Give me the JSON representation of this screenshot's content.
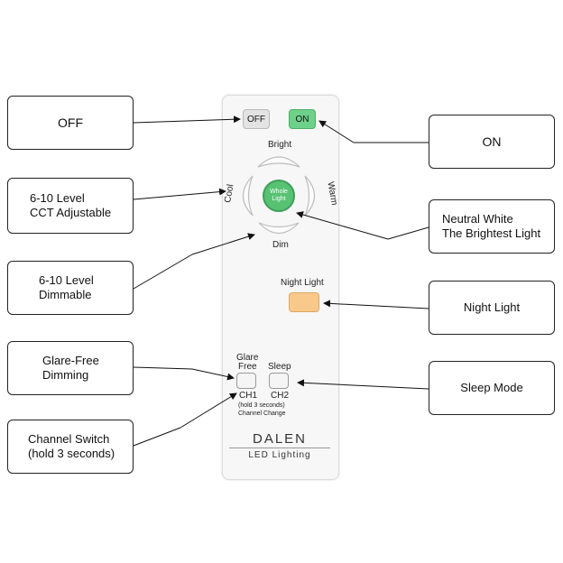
{
  "callouts": {
    "off": "OFF",
    "cct": "6-10 Level\nCCT Adjustable",
    "dimmable": "6-10 Level\nDimmable",
    "glare_free": "Glare-Free\nDimming",
    "channel_switch": "Channel Switch\n(hold 3 seconds)",
    "on": "ON",
    "neutral_white": "Neutral White\nThe Brightest Light",
    "night_light": "Night Light",
    "sleep_mode": "Sleep Mode"
  },
  "remote": {
    "off_label": "OFF",
    "on_label": "ON",
    "bright": "Bright",
    "cool": "Cool",
    "warm": "Warm",
    "dim": "Dim",
    "whole_light_line1": "Whole",
    "whole_light_line2": "Light",
    "night_light": "Night Light",
    "glare_line1": "Glare",
    "glare_line2": "Free",
    "sleep": "Sleep",
    "ch1": "CH1",
    "ch2": "CH2",
    "hold_note": "(hold 3 seconds)",
    "channel_change": "Channel Change",
    "brand": "DALEN",
    "sub_brand": "LED Lighting"
  }
}
